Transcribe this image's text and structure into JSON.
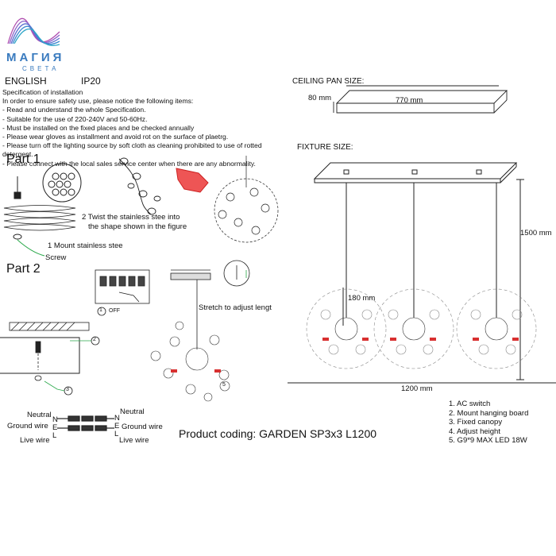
{
  "logo": {
    "word": "МАГИЯ",
    "sub": "СВЕТА"
  },
  "header": {
    "language": "ENGLISH",
    "ip_rating": "IP20"
  },
  "spec": {
    "title": "Specification of installation",
    "lines": [
      "In order to ensure safety use, please notice the following items:",
      "- Read and understand the whole Specification.",
      "- Suitable for the use of 220-240V and 50-60Hz.",
      "- Must be installed on the fixed places and be checked annually",
      "- Please wear gloves as installment and avoid rot on the surface of plaetrg.",
      "- Please turn off the lighting source by soft cloth as cleaning prohibited to use of rotted detergent.",
      "- Please connect with the local sales service center when there are any abnormality."
    ]
  },
  "part1": {
    "title": "Part 1",
    "step2_line1": "2 Twist  the  stainless  stee  into",
    "step2_line2": "the shape shown in the figure",
    "step1": "1 Mount stainless stee",
    "screw": "Screw"
  },
  "part2": {
    "title": "Part 2",
    "off": "OFF",
    "stretch": "Stretch to adjust lengt",
    "callouts": [
      "1",
      "2",
      "3",
      "5"
    ]
  },
  "wiring": {
    "left": {
      "neutral": "Neutral",
      "ground": "Ground wire",
      "live": "Live wire"
    },
    "right": {
      "neutral": "Neutral",
      "ground": "Ground wire",
      "live": "Live wire"
    },
    "letters": [
      "N",
      "E",
      "L"
    ]
  },
  "ceiling_pan": {
    "title": "CEILING PAN  SIZE:",
    "height": "80 mm",
    "length": "770 mm"
  },
  "fixture": {
    "title": "FIXTURE SIZE:",
    "height": "1500 mm",
    "globe": "180 mm",
    "width": "1200 mm"
  },
  "product_coding": "Product coding: GARDEN SP3x3 L1200",
  "legend": [
    "1. AC switch",
    "2. Mount hanging board",
    "3. Fixed canopy",
    "4. Adjust height",
    "5. G9*9 MAX LED 18W"
  ],
  "colors": {
    "logo": "#3a7bbf",
    "accent_red": "#d83030",
    "line": "#222222"
  }
}
